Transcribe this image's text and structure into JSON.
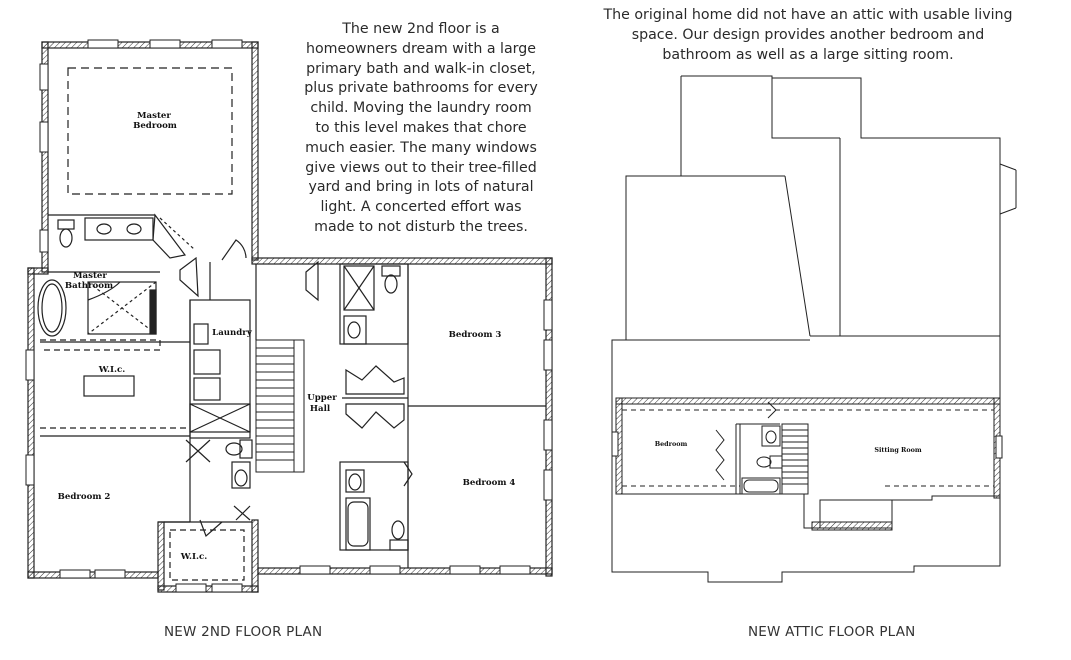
{
  "description_second_floor": "The new 2nd floor is a\nhomeowners dream with a large\nprimary bath and walk-in closet,\nplus private bathrooms for every\nchild. Moving the laundry room\nto this level makes that chore\nmuch easier. The many windows\ngive views out to their tree-filled\nyard and bring in lots of natural\nlight. A concerted effort was\nmade to not disturb the trees.",
  "description_attic": "The original home did not have an attic with usable living\nspace. Our design provides another bedroom and\nbathroom as well as a large sitting room.",
  "captions": {
    "second_floor": "NEW 2ND FLOOR PLAN",
    "attic": "NEW ATTIC FLOOR PLAN"
  },
  "second_floor_rooms": {
    "master_bedroom_1": "Master",
    "master_bedroom_2": "Bedroom",
    "master_bathroom_1": "Master",
    "master_bathroom_2": "Bathroom",
    "wic_1": "W.I.c.",
    "laundry": "Laundry",
    "upper_hall_1": "Upper",
    "upper_hall_2": "Hall",
    "bedroom_2": "Bedroom 2",
    "bedroom_3": "Bedroom 3",
    "bedroom_4": "Bedroom 4",
    "wic_2": "W.I.c."
  },
  "attic_rooms": {
    "bedroom": "Bedroom",
    "sitting_room": "Sitting Room"
  }
}
